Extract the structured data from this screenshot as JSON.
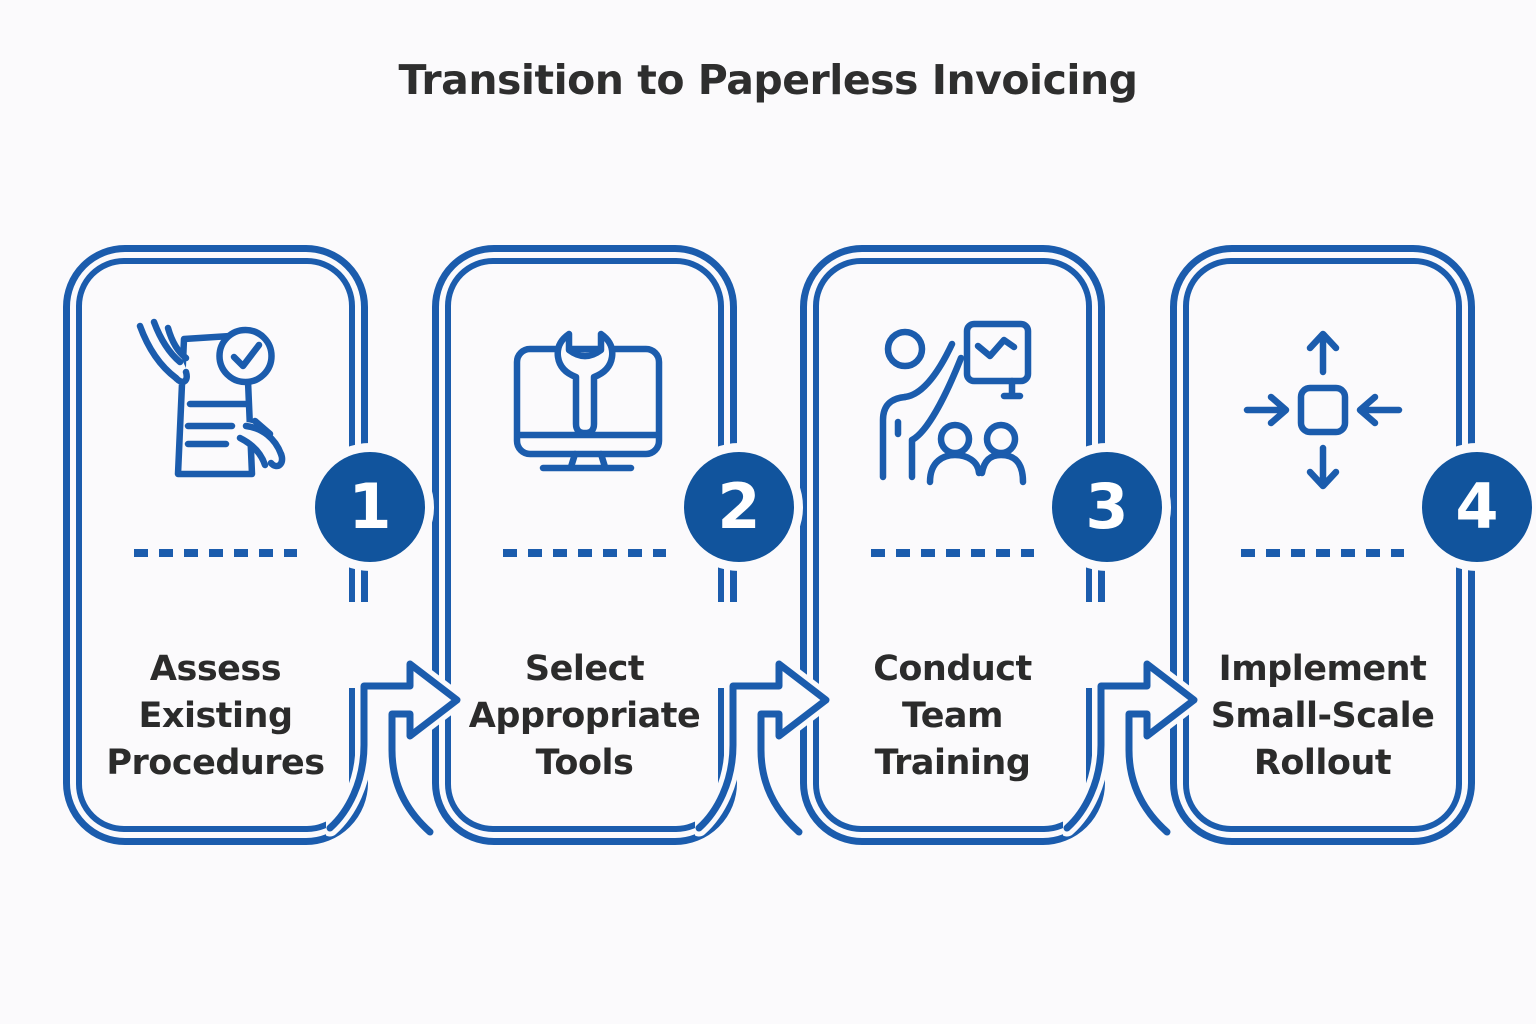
{
  "title": "Transition to Paperless Invoicing",
  "steps": [
    {
      "number": "1",
      "label": "Assess Existing Procedures",
      "lines": [
        "Assess",
        "Existing",
        "Procedures"
      ],
      "icon": "document-review-hands-check-icon"
    },
    {
      "number": "2",
      "label": "Select Appropriate Tools",
      "lines": [
        "Select",
        "Appropriate",
        "Tools"
      ],
      "icon": "monitor-wrench-icon"
    },
    {
      "number": "3",
      "label": "Conduct Team Training",
      "lines": [
        "Conduct",
        "Team",
        "Training"
      ],
      "icon": "presenter-whiteboard-audience-icon"
    },
    {
      "number": "4",
      "label": "Implement Small-Scale Rollout",
      "lines": [
        "Implement",
        "Small-Scale",
        "Rollout"
      ],
      "icon": "expand-contract-arrows-icon"
    }
  ],
  "colors": {
    "line_blue": "#1b5cad",
    "badge_blue": "#11549d",
    "background": "#fbfafc",
    "body_text": "#2b2b2b",
    "title_text": "#2e2e2e",
    "badge_number": "#ffffff"
  }
}
